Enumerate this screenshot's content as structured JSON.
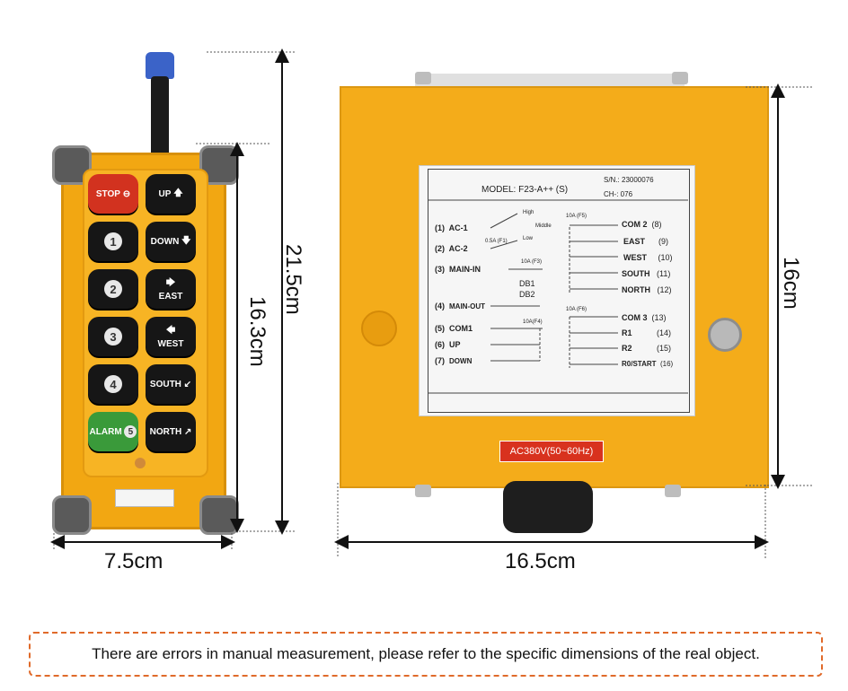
{
  "remote": {
    "buttons": [
      {
        "label": "STOP",
        "num": "",
        "style": "red"
      },
      {
        "label": "UP",
        "num": "",
        "style": "black"
      },
      {
        "label": "",
        "num": "1",
        "style": "black"
      },
      {
        "label": "DOWN",
        "num": "",
        "style": "black"
      },
      {
        "label": "",
        "num": "2",
        "style": "black"
      },
      {
        "label": "EAST",
        "num": "",
        "style": "black"
      },
      {
        "label": "",
        "num": "3",
        "style": "black"
      },
      {
        "label": "WEST",
        "num": "",
        "style": "black"
      },
      {
        "label": "",
        "num": "4",
        "style": "black"
      },
      {
        "label": "SOUTH",
        "num": "",
        "style": "black"
      },
      {
        "label": "ALARM",
        "num": "5",
        "style": "green"
      },
      {
        "label": "NORTH",
        "num": "",
        "style": "black"
      }
    ]
  },
  "panel": {
    "model": "MODEL: F23-A++ (S)",
    "sn": "S/N.: 23000076",
    "ch": "CH-: 076",
    "left": [
      {
        "num": "(1)",
        "label": "AC-1"
      },
      {
        "num": "(2)",
        "label": "AC-2"
      },
      {
        "num": "(3)",
        "label": "MAIN-IN"
      },
      {
        "num": "(4)",
        "label": "MAIN-OUT"
      },
      {
        "num": "(5)",
        "label": "COM1"
      },
      {
        "num": "(6)",
        "label": "UP"
      },
      {
        "num": "(7)",
        "label": "DOWN"
      }
    ],
    "small": {
      "high": "High",
      "middle": "Middle",
      "low": "Low",
      "f1": "0.5A (F1)",
      "f3": "10A (F3)",
      "db1": "DB1",
      "db2": "DB2",
      "f4": "10A(F4)",
      "f5": "10A (F5)",
      "f6": "10A (F6)"
    },
    "right": [
      {
        "label": "COM 2",
        "num": "(8)"
      },
      {
        "label": "EAST",
        "num": "(9)"
      },
      {
        "label": "WEST",
        "num": "(10)"
      },
      {
        "label": "SOUTH",
        "num": "(11)"
      },
      {
        "label": "NORTH",
        "num": "(12)"
      },
      {
        "label": "COM 3",
        "num": "(13)"
      },
      {
        "label": "R1",
        "num": "(14)"
      },
      {
        "label": "R2",
        "num": "(15)"
      },
      {
        "label": "R0/START",
        "num": "(16)"
      }
    ],
    "power": "AC380V(50~60Hz)"
  },
  "dimensions": {
    "remote_width": "7.5cm",
    "remote_height": "16.3cm",
    "remote_total_height": "21.5cm",
    "box_width": "16.5cm",
    "box_height": "16cm"
  },
  "note": "There are errors in manual measurement, please refer to the specific dimensions of the real object."
}
